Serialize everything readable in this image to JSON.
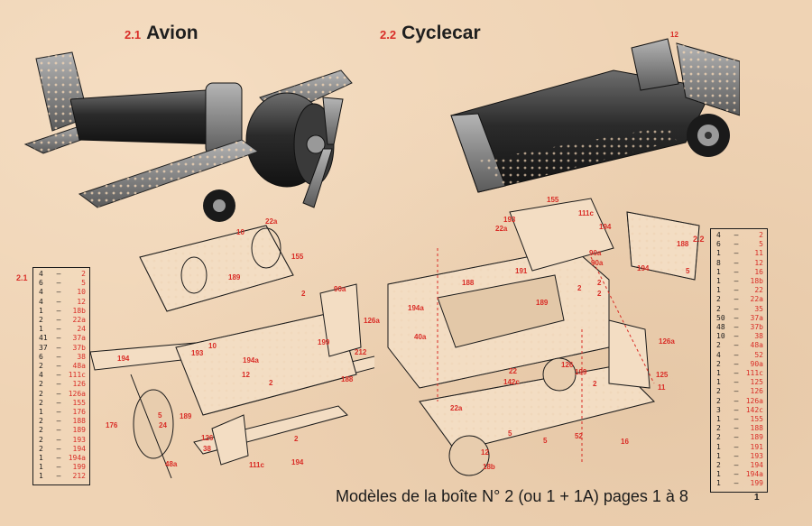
{
  "avion": {
    "number": "2.1",
    "title": "Avion"
  },
  "cyclecar": {
    "number": "2.2",
    "title": "Cyclecar"
  },
  "footer": {
    "text": "Modèles de la boîte N° 2 (ou 1 + 1A) pages 1 à 8",
    "page": "1"
  },
  "parts_avion": {
    "tag": "2.1",
    "rows": [
      [
        "4",
        "–",
        "2"
      ],
      [
        "6",
        "–",
        "5"
      ],
      [
        "4",
        "–",
        "10"
      ],
      [
        "4",
        "–",
        "12"
      ],
      [
        "1",
        "–",
        "18b"
      ],
      [
        "2",
        "–",
        "22a"
      ],
      [
        "1",
        "–",
        "24"
      ],
      [
        "41",
        "–",
        "37a"
      ],
      [
        "37",
        "–",
        "37b"
      ],
      [
        "6",
        "–",
        "38"
      ],
      [
        "2",
        "–",
        "48a"
      ],
      [
        "4",
        "–",
        "111c"
      ],
      [
        "2",
        "–",
        "126"
      ],
      [
        "2",
        "–",
        "126a"
      ],
      [
        "2",
        "–",
        "155"
      ],
      [
        "1",
        "–",
        "176"
      ],
      [
        "2",
        "–",
        "188"
      ],
      [
        "2",
        "–",
        "189"
      ],
      [
        "2",
        "–",
        "193"
      ],
      [
        "2",
        "–",
        "194"
      ],
      [
        "1",
        "–",
        "194a"
      ],
      [
        "1",
        "–",
        "199"
      ],
      [
        "1",
        "–",
        "212"
      ]
    ]
  },
  "parts_cyclecar": {
    "tag": "2.2",
    "rows": [
      [
        "4",
        "–",
        "2"
      ],
      [
        "6",
        "–",
        "5"
      ],
      [
        "1",
        "–",
        "11"
      ],
      [
        "8",
        "–",
        "12"
      ],
      [
        "1",
        "–",
        "16"
      ],
      [
        "1",
        "–",
        "18b"
      ],
      [
        "1",
        "–",
        "22"
      ],
      [
        "2",
        "–",
        "22a"
      ],
      [
        "2",
        "–",
        "35"
      ],
      [
        "50",
        "–",
        "37a"
      ],
      [
        "48",
        "–",
        "37b"
      ],
      [
        "10",
        "–",
        "38"
      ],
      [
        "2",
        "–",
        "48a"
      ],
      [
        "4",
        "–",
        "52"
      ],
      [
        "2",
        "–",
        "90a"
      ],
      [
        "1",
        "–",
        "111c"
      ],
      [
        "1",
        "–",
        "125"
      ],
      [
        "2",
        "–",
        "126"
      ],
      [
        "2",
        "–",
        "126a"
      ],
      [
        "3",
        "–",
        "142c"
      ],
      [
        "1",
        "–",
        "155"
      ],
      [
        "2",
        "–",
        "188"
      ],
      [
        "2",
        "–",
        "189"
      ],
      [
        "1",
        "–",
        "191"
      ],
      [
        "1",
        "–",
        "193"
      ],
      [
        "2",
        "–",
        "194"
      ],
      [
        "1",
        "–",
        "194a"
      ],
      [
        "1",
        "–",
        "199"
      ]
    ]
  },
  "callouts_avion_top": [
    "10",
    "22a",
    "155",
    "189",
    "2"
  ],
  "callouts_avion_main": [
    "90a",
    "126a",
    "199",
    "212",
    "194",
    "193",
    "10",
    "194a",
    "12",
    "188",
    "2",
    "5",
    "176",
    "24",
    "189",
    "126",
    "38",
    "48a",
    "111c",
    "194",
    "2"
  ],
  "callouts_cyclecar_top": [
    "12"
  ],
  "callouts_cyclecar_main": [
    "155",
    "111c",
    "193",
    "22a",
    "194",
    "188",
    "5",
    "90a",
    "191",
    "188",
    "2",
    "194a",
    "189",
    "2",
    "194",
    "90a",
    "40a",
    "126a",
    "22",
    "142c",
    "199",
    "125",
    "11",
    "5",
    "52",
    "16",
    "22a",
    "12",
    "18b",
    "5",
    "126",
    "2",
    "2"
  ]
}
